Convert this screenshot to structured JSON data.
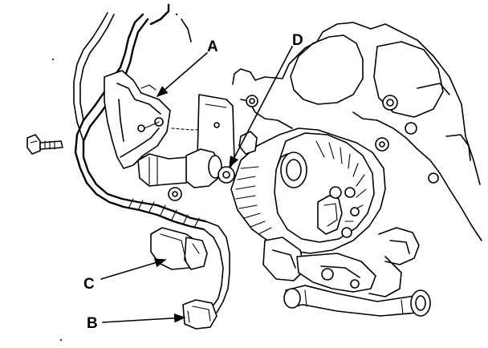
{
  "callouts": {
    "a": "A",
    "b": "B",
    "c": "C",
    "d": "D"
  }
}
